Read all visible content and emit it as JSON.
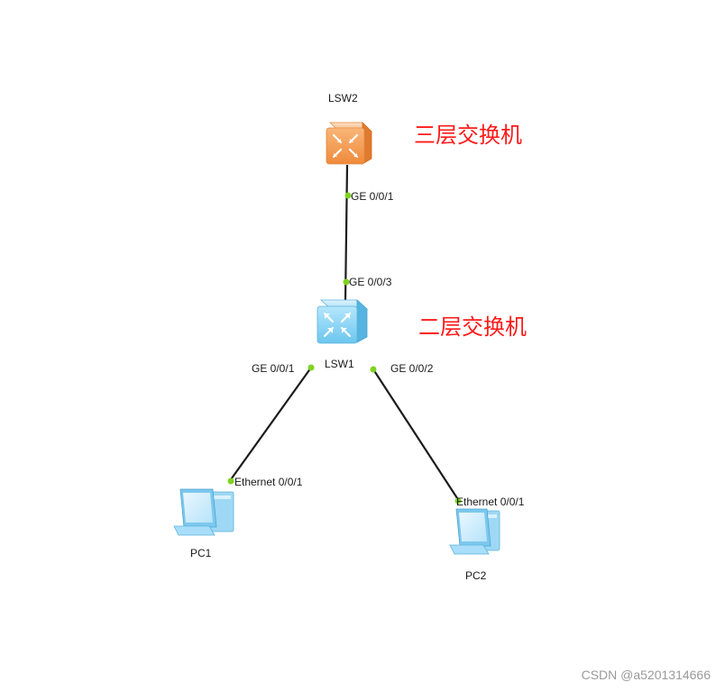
{
  "devices": {
    "lsw2": {
      "label": "LSW2"
    },
    "lsw1": {
      "label": "LSW1"
    },
    "pc1": {
      "label": "PC1"
    },
    "pc2": {
      "label": "PC2"
    }
  },
  "annotations": {
    "l3_switch": "三层交换机",
    "l2_switch": "二层交换机"
  },
  "ports": {
    "lsw2_to_lsw1": "GE 0/0/1",
    "lsw1_to_lsw2": "GE 0/0/3",
    "lsw1_to_pc1": "GE 0/0/1",
    "lsw1_to_pc2": "GE 0/0/2",
    "pc1_port": "Ethernet 0/0/1",
    "pc2_port": "Ethernet 0/0/1"
  },
  "watermark": "CSDN @a5201314666",
  "colors": {
    "link": "#1c1c1c",
    "port_dot": "#7ed321",
    "annotation": "#ff1a1a",
    "l3_switch": "#f5a05a",
    "l2_switch": "#8fd3f4",
    "pc": "#8fd3f4"
  }
}
